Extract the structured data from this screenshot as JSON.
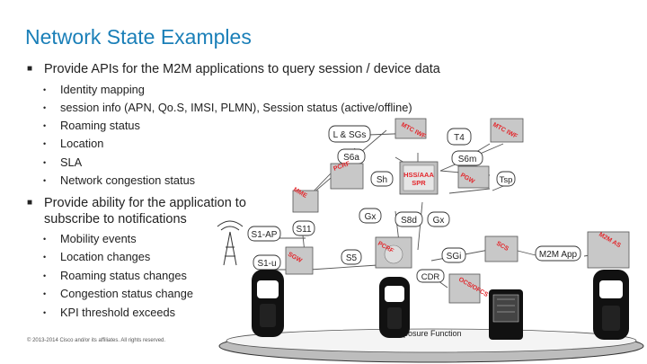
{
  "title": "Network State Examples",
  "bullets": [
    {
      "text": "Provide APIs for the M2M applications to query session / device data"
    },
    {
      "text": "Provide ability for the application to",
      "text2": "subscribe to notifications"
    }
  ],
  "sub1": [
    "Identity mapping",
    "session info (APN, Qo.S, IMSI, PLMN), Session status (active/offline)",
    "Roaming status",
    "Location",
    "SLA",
    "Network congestion status"
  ],
  "sub2": [
    "Mobility events",
    "Location changes",
    "Roaming status changes",
    "Congestion status change",
    "KPI threshold exceeds"
  ],
  "copyright": "© 2013-2014 Cisco and/or its affiliates. All rights reserved.",
  "diagram": {
    "l_sges": "L & SGs",
    "t4": "T4",
    "s6a": "S6a",
    "s6m": "S6m",
    "sh": "Sh",
    "hss1": "HSS/AAA",
    "hss2": "SPR",
    "tsp": "Tsp",
    "gx": "Gx",
    "s8d": "S8d",
    "gx2": "Gx",
    "s11": "S11",
    "s1ap": "S1-AP",
    "s1u": "S1-u",
    "s5": "S5",
    "sgi": "SGi",
    "cdr": "CDR",
    "m2m_app": "M2M App",
    "exposure": "Exposure Function",
    "tag_mtc_iwf1": "MTC IWF",
    "tag_mtc_iwf2": "MTC IWF",
    "tag_pcrf": "PCRF",
    "tag_mme": "MME",
    "tag_pcrf2": "PCRF",
    "tag_sgw": "SGW",
    "tag_pgw": "PGW",
    "tag_scs": "SCS",
    "tag_m2m_as": "M2M AS",
    "tag_ocs": "OCS/OFCS"
  },
  "colors": {
    "title": "#1a7fb8",
    "tag": "#e3262b",
    "line": "#555555"
  }
}
